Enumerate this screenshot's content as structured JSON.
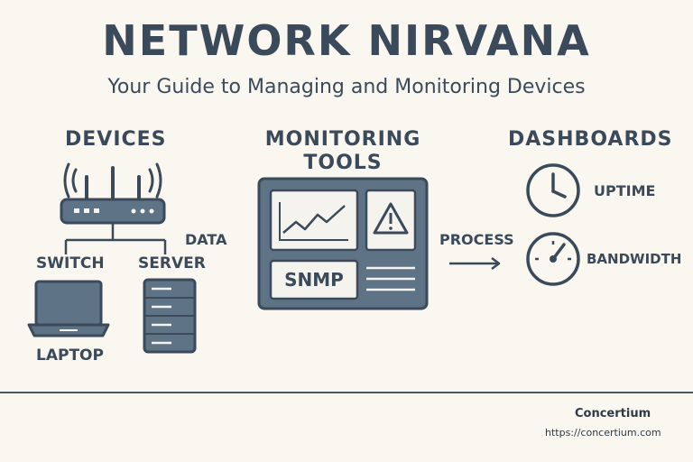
{
  "header": {
    "title": "NETWORK NIRVANA",
    "subtitle": "Your Guide to Managing and Monitoring Devices"
  },
  "devices": {
    "heading": "DEVICES",
    "switch_label": "SWITCH",
    "server_label": "SERVER",
    "laptop_label": "LAPTOP",
    "data_label": "DATA"
  },
  "monitoring": {
    "heading_line1": "MONITORING",
    "heading_line2": "TOOLS",
    "snmp_label": "SNMP",
    "process_label": "PROCESS"
  },
  "dashboards": {
    "heading": "DASHBOARDS",
    "uptime_label": "UPTIME",
    "bandwidth_label": "BANDWIDTH"
  },
  "footer": {
    "brand": "Concertium",
    "url": "https://concertium.com"
  },
  "colors": {
    "background": "#faf7f0",
    "ink": "#3b4a5a",
    "panel": "#5f7387",
    "panel_light": "#f4f3ee"
  },
  "icons": [
    "router-icon",
    "laptop-icon",
    "server-icon",
    "monitor-panel-icon",
    "line-chart-icon",
    "warning-icon",
    "arrow-right-icon",
    "clock-icon",
    "gauge-icon"
  ]
}
